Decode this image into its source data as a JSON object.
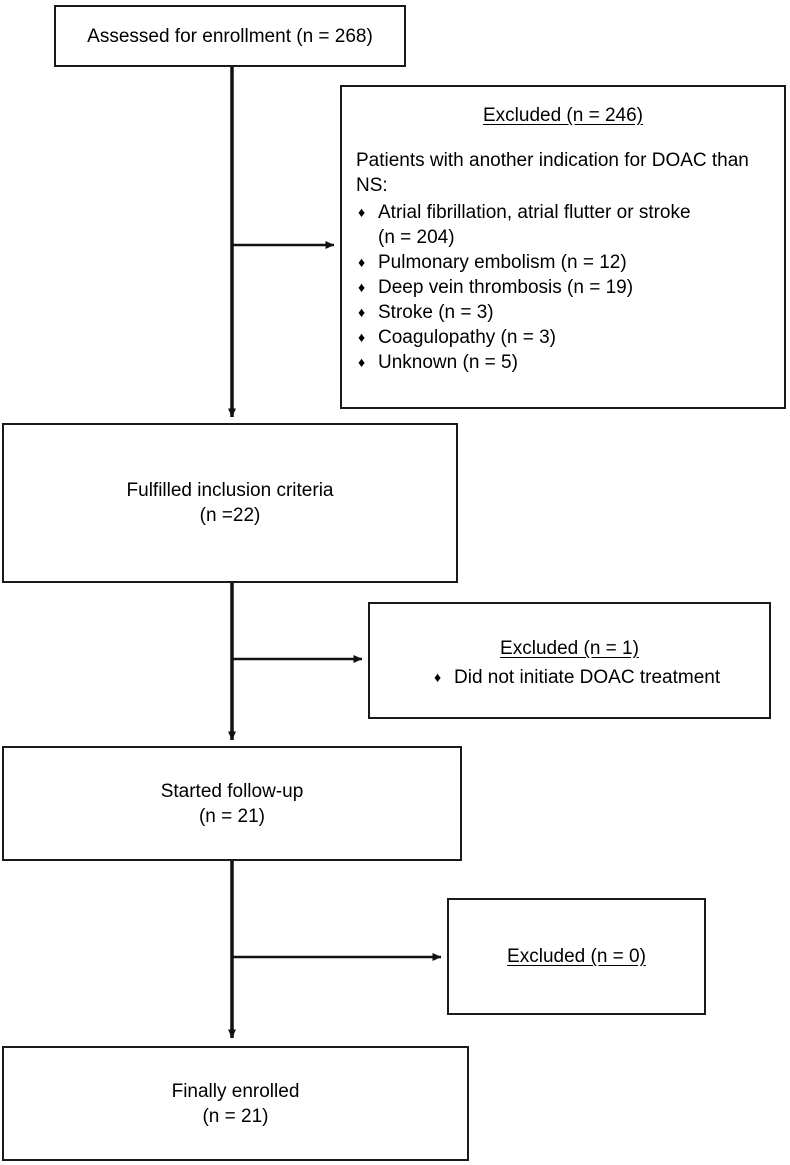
{
  "diagram": {
    "type": "participant-flow-diagram",
    "stroke_color": "#1a1a1a",
    "background_color": "#ffffff",
    "bullet_glyph": "♦",
    "nodes": {
      "assessed": {
        "label": "Assessed for enrollment (n = 268)"
      },
      "excluded_1": {
        "title": "Excluded (n = 246)",
        "intro": "Patients with another indication for DOAC than NS:",
        "items": [
          {
            "text": "Atrial fibrillation, atrial flutter or stroke",
            "sub": "(n = 204)"
          },
          {
            "text": " Pulmonary embolism (n = 12)",
            "sub": ""
          },
          {
            "text": "Deep vein thrombosis (n = 19)",
            "sub": ""
          },
          {
            "text": "Stroke (n = 3)",
            "sub": ""
          },
          {
            "text": "Coagulopathy (n = 3)",
            "sub": ""
          },
          {
            "text": "Unknown (n = 5)",
            "sub": ""
          }
        ]
      },
      "fulfilled": {
        "line1": "Fulfilled inclusion criteria",
        "line2": "(n =22)"
      },
      "excluded_2": {
        "title": "Excluded (n = 1)",
        "items": [
          {
            "text": "Did not initiate DOAC treatment"
          }
        ]
      },
      "started": {
        "line1": "Started follow-up",
        "line2": "(n = 21)"
      },
      "excluded_3": {
        "title": "Excluded (n = 0)",
        "items": []
      },
      "enrolled": {
        "line1": "Finally enrolled",
        "line2": "(n = 21)"
      }
    }
  }
}
